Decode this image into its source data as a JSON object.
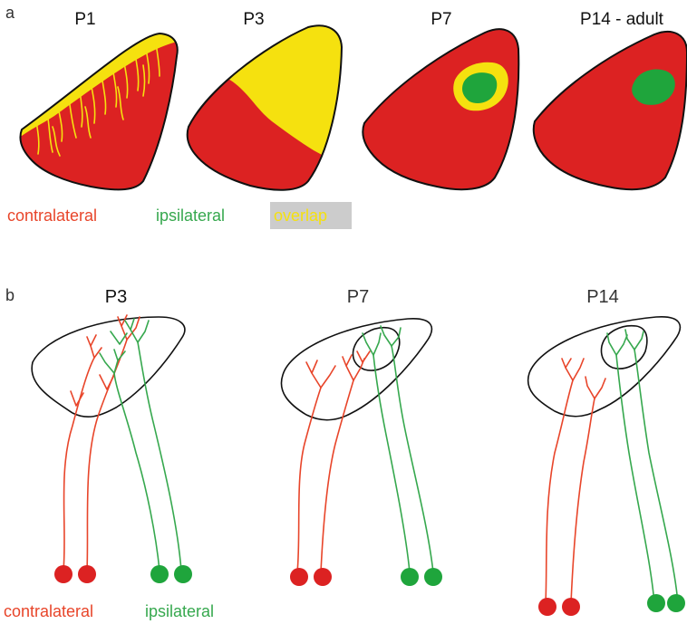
{
  "panel_a": {
    "letter": "a",
    "stages": [
      "P1",
      "P3",
      "P7",
      "P14 - adult"
    ],
    "legend": {
      "contralateral": "contralateral",
      "ipsilateral": "ipsilateral",
      "overlap": "overlap"
    }
  },
  "panel_b": {
    "letter": "b",
    "stages": [
      "P3",
      "P7",
      "P14"
    ],
    "legend": {
      "contralateral": "contralateral",
      "ipsilateral": "ipsilateral"
    }
  },
  "colors": {
    "contralateral": "#dc2222",
    "ipsilateral": "#1fa53c",
    "overlap": "#f5e10f",
    "overlap_box": "#cccccc",
    "axon_red": "#e8452a",
    "axon_green": "#36a84e",
    "outline": "#111111"
  }
}
